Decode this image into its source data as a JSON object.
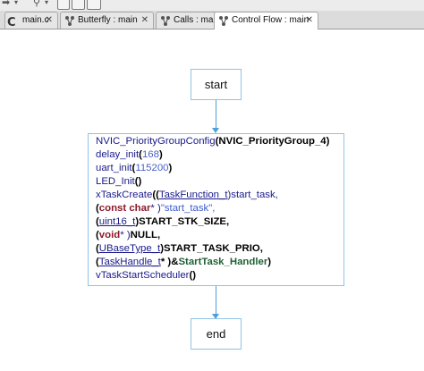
{
  "tabs": [
    {
      "label": "main.c",
      "icon": "c-file-icon",
      "active": false
    },
    {
      "label": "Butterfly : main",
      "icon": "graph-icon",
      "active": false
    },
    {
      "label": "Calls : main",
      "icon": "graph-icon",
      "active": false
    },
    {
      "label": "Control Flow : main",
      "icon": "graph-icon",
      "active": true
    }
  ],
  "close_glyph": "✕",
  "flow": {
    "start_label": "start",
    "end_label": "end"
  },
  "code": {
    "l1": {
      "a": "NVIC_PriorityGroupConfig",
      "b": "(",
      "c": "NVIC_PriorityGroup_4",
      "d": ")"
    },
    "l2": {
      "a": "delay_init",
      "b": "(",
      "c": "168",
      "d": ")"
    },
    "l3": {
      "a": "uart_init",
      "b": "(",
      "c": "115200",
      "d": ")"
    },
    "l4": {
      "a": "LED_Init",
      "b": "()"
    },
    "l5": {
      "a": "xTaskCreate",
      "b": "((",
      "c": "TaskFunction_t",
      "d": ")start_task,"
    },
    "l6": {
      "a": "(",
      "b": "const char",
      "c": "* )",
      "d": "\"start_task\","
    },
    "l7": {
      "a": "(",
      "b": "uint16_t",
      "c": ")",
      "d": "START_STK_SIZE,"
    },
    "l8": {
      "a": "(",
      "b": "void",
      "c": "* )",
      "d": "NULL,"
    },
    "l9": {
      "a": "(",
      "b": "UBaseType_t",
      "c": ")",
      "d": "START_TASK_PRIO,"
    },
    "l10": {
      "a": "(",
      "b": "TaskHandle_t",
      "c": "* )&",
      "d": "StartTask_Handler",
      "e": ")"
    },
    "l11": {
      "a": "vTaskStartScheduler",
      "b": "()"
    }
  }
}
